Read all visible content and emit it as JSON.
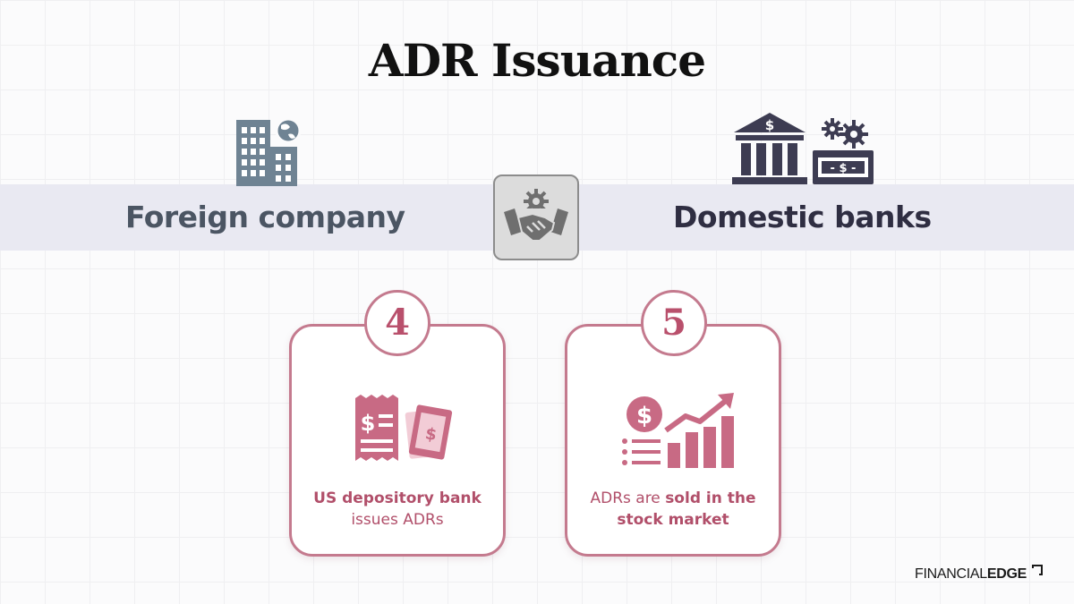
{
  "title": "ADR Issuance",
  "left_party": {
    "label": "Foreign company",
    "icon": "office-building-globe-icon"
  },
  "right_party": {
    "label": "Domestic banks",
    "icon": "bank-gears-money-icon"
  },
  "center_icon": "handshake-gear-icon",
  "steps": [
    {
      "number": "4",
      "icon": "receipt-and-money-icon",
      "text_bold": "US depository bank",
      "text_regular": "issues ADRs"
    },
    {
      "number": "5",
      "icon": "dollar-growth-chart-icon",
      "text_regular": "ADRs are",
      "text_bold": "sold in the",
      "text_bold_2": "stock market"
    }
  ],
  "logo": {
    "part1": "FINANCIAL",
    "part2": "EDGE"
  },
  "colors": {
    "accent": "#b9506c",
    "card_border": "#c47a8e",
    "band": "#e9e9f2",
    "building": "#6f8393",
    "bank": "#3d3c52"
  }
}
